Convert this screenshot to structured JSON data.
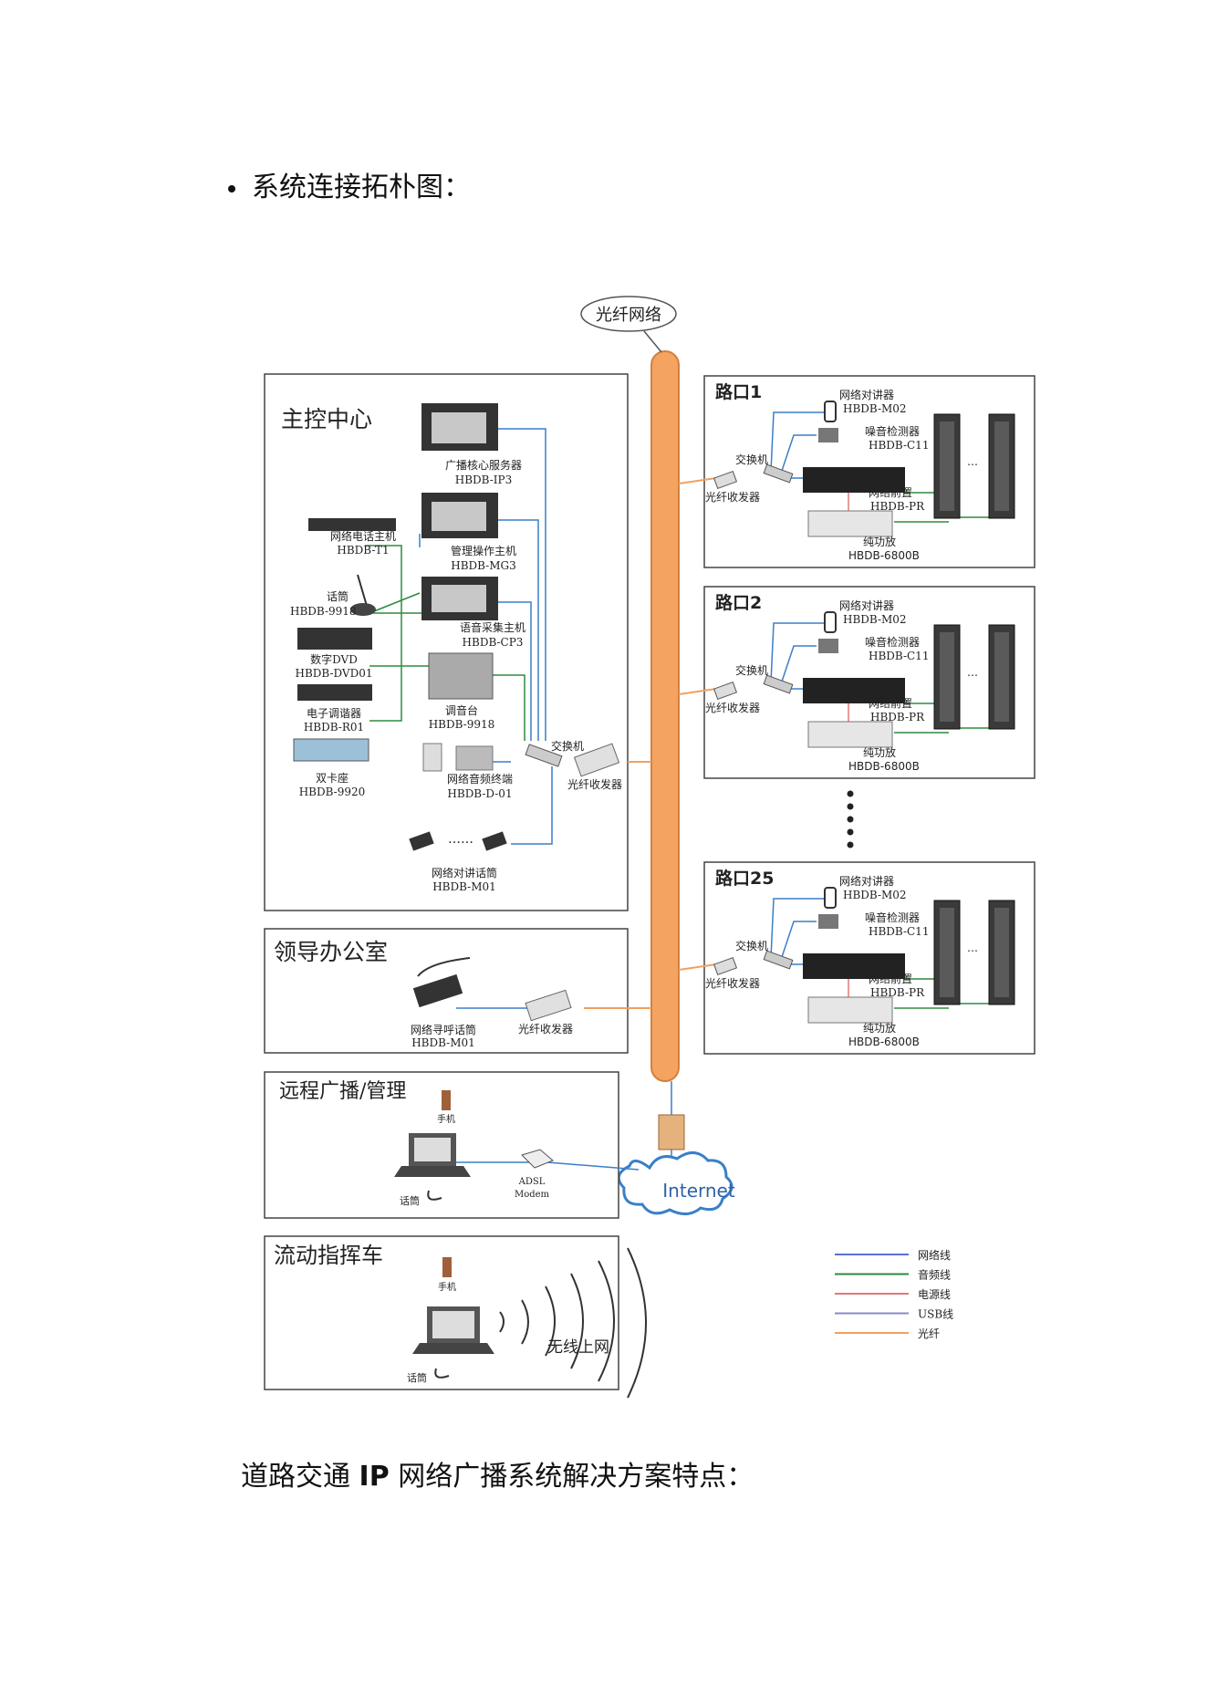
{
  "heading": "系统连接拓朴图：",
  "footer": {
    "prefix": "道路交通 ",
    "bold": "IP",
    "suffix": " 网络广播系统解决方案特点："
  },
  "diagram": {
    "fiber_network": "光纤网络",
    "internet": "Internet",
    "main_center": {
      "title": "主控中心",
      "core_server": {
        "name": "广播核心服务器",
        "model": "HBDB-IP3"
      },
      "mgmt_host": {
        "name": "管理操作主机",
        "model": "HBDB-MG3"
      },
      "phone_host": {
        "name": "网络电话主机",
        "model": "HBDB-T1"
      },
      "mic": {
        "name": "话筒",
        "model": "HBDB-9918"
      },
      "dvd": {
        "name": "数字DVD",
        "model": "HBDB-DVD01"
      },
      "tuner": {
        "name": "电子调谐器",
        "model": "HBDB-R01"
      },
      "cassette": {
        "name": "双卡座",
        "model": "HBDB-9920"
      },
      "capture_host": {
        "name": "语音采集主机",
        "model": "HBDB-CP3"
      },
      "mixer": {
        "name": "调音台",
        "model": "HBDB-9918"
      },
      "audio_terminal": {
        "name": "网络音频终端",
        "model": "HBDB-D-01"
      },
      "intercom_mic": {
        "name": "网络对讲话筒",
        "model": "HBDB-M01"
      },
      "dots": "……",
      "switch": "交换机",
      "transceiver": "光纤收发器"
    },
    "office": {
      "title": "领导办公室",
      "paging_mic": {
        "name": "网络寻呼话筒",
        "model": "HBDB-M01"
      },
      "transceiver": "光纤收发器"
    },
    "remote": {
      "title": "远程广播/管理",
      "phone": "手机",
      "mic": "话筒",
      "adsl": "ADSL",
      "modem": "Modem"
    },
    "vehicle": {
      "title": "流动指挥车",
      "phone": "手机",
      "mic": "话筒",
      "wireless": "无线上网"
    },
    "crossings": [
      {
        "title": "路口1"
      },
      {
        "title": "路口2"
      },
      {
        "title": "路口25"
      }
    ],
    "crossing_labels": {
      "intercom": "网络对讲器",
      "intercom_model": "HBDB-M02",
      "noise": "噪音检测器",
      "noise_model": "HBDB-C11",
      "switch": "交换机",
      "transceiver": "光纤收发器",
      "preamp": "网络前置",
      "preamp_model": "HBDB-PR",
      "amp": "纯功放",
      "amp_model": "HBDB-6800B",
      "more": "…"
    },
    "legend": [
      {
        "label": "网络线",
        "color": "#5b6fd8"
      },
      {
        "label": "音频线",
        "color": "#2e8b3e"
      },
      {
        "label": "电源线",
        "color": "#e07a7a"
      },
      {
        "label": "USB线",
        "color": "#8a8ac8"
      },
      {
        "label": "光纤",
        "color": "#f0a060"
      }
    ]
  }
}
